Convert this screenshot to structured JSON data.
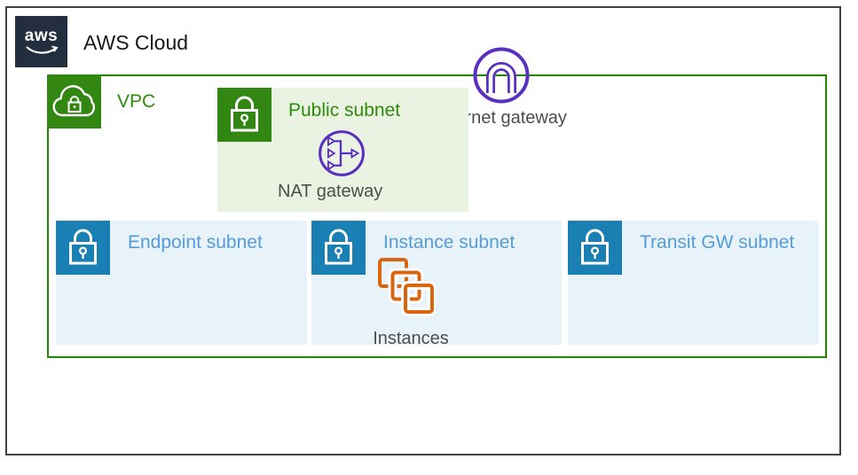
{
  "colors": {
    "frame_border": "#424242",
    "aws_squid_ink": "#232F3E",
    "title_text": "#16191F",
    "vpc_green": "#1E8900",
    "green_icon_bg": "#318712",
    "green_label": "#2E8B0C",
    "public_subnet_bg": "#EAF3E2",
    "blue_icon_bg": "#1A7FB3",
    "blue_label": "#569CD8",
    "private_subnet_bg": "#E7F2F9",
    "purple_icon": "#5A30C0",
    "orange_icon": "#D9650F",
    "gray_label": "#4D4D4D"
  },
  "icons": {
    "aws_logo": "aws-smile-logo",
    "vpc": "cloud-with-lock-icon",
    "subnet_lock": "padlock-icon",
    "internet_gateway": "arch-in-circle-icon",
    "nat_gateway": "fan-in-arrow-circle-icon",
    "instances": "stacked-squares-icon"
  },
  "aws_cloud": {
    "logo_text": "aws",
    "title": "AWS Cloud"
  },
  "vpc": {
    "label": "VPC",
    "internet_gateway": {
      "label": "Internet gateway"
    },
    "public_subnet": {
      "label": "Public subnet",
      "nat_gateway": {
        "label": "NAT gateway"
      }
    },
    "subnets": [
      {
        "id": "endpoint",
        "label": "Endpoint subnet"
      },
      {
        "id": "instance",
        "label": "Instance subnet",
        "resource": {
          "label": "Instances"
        }
      },
      {
        "id": "transit",
        "label": "Transit GW subnet"
      }
    ]
  }
}
